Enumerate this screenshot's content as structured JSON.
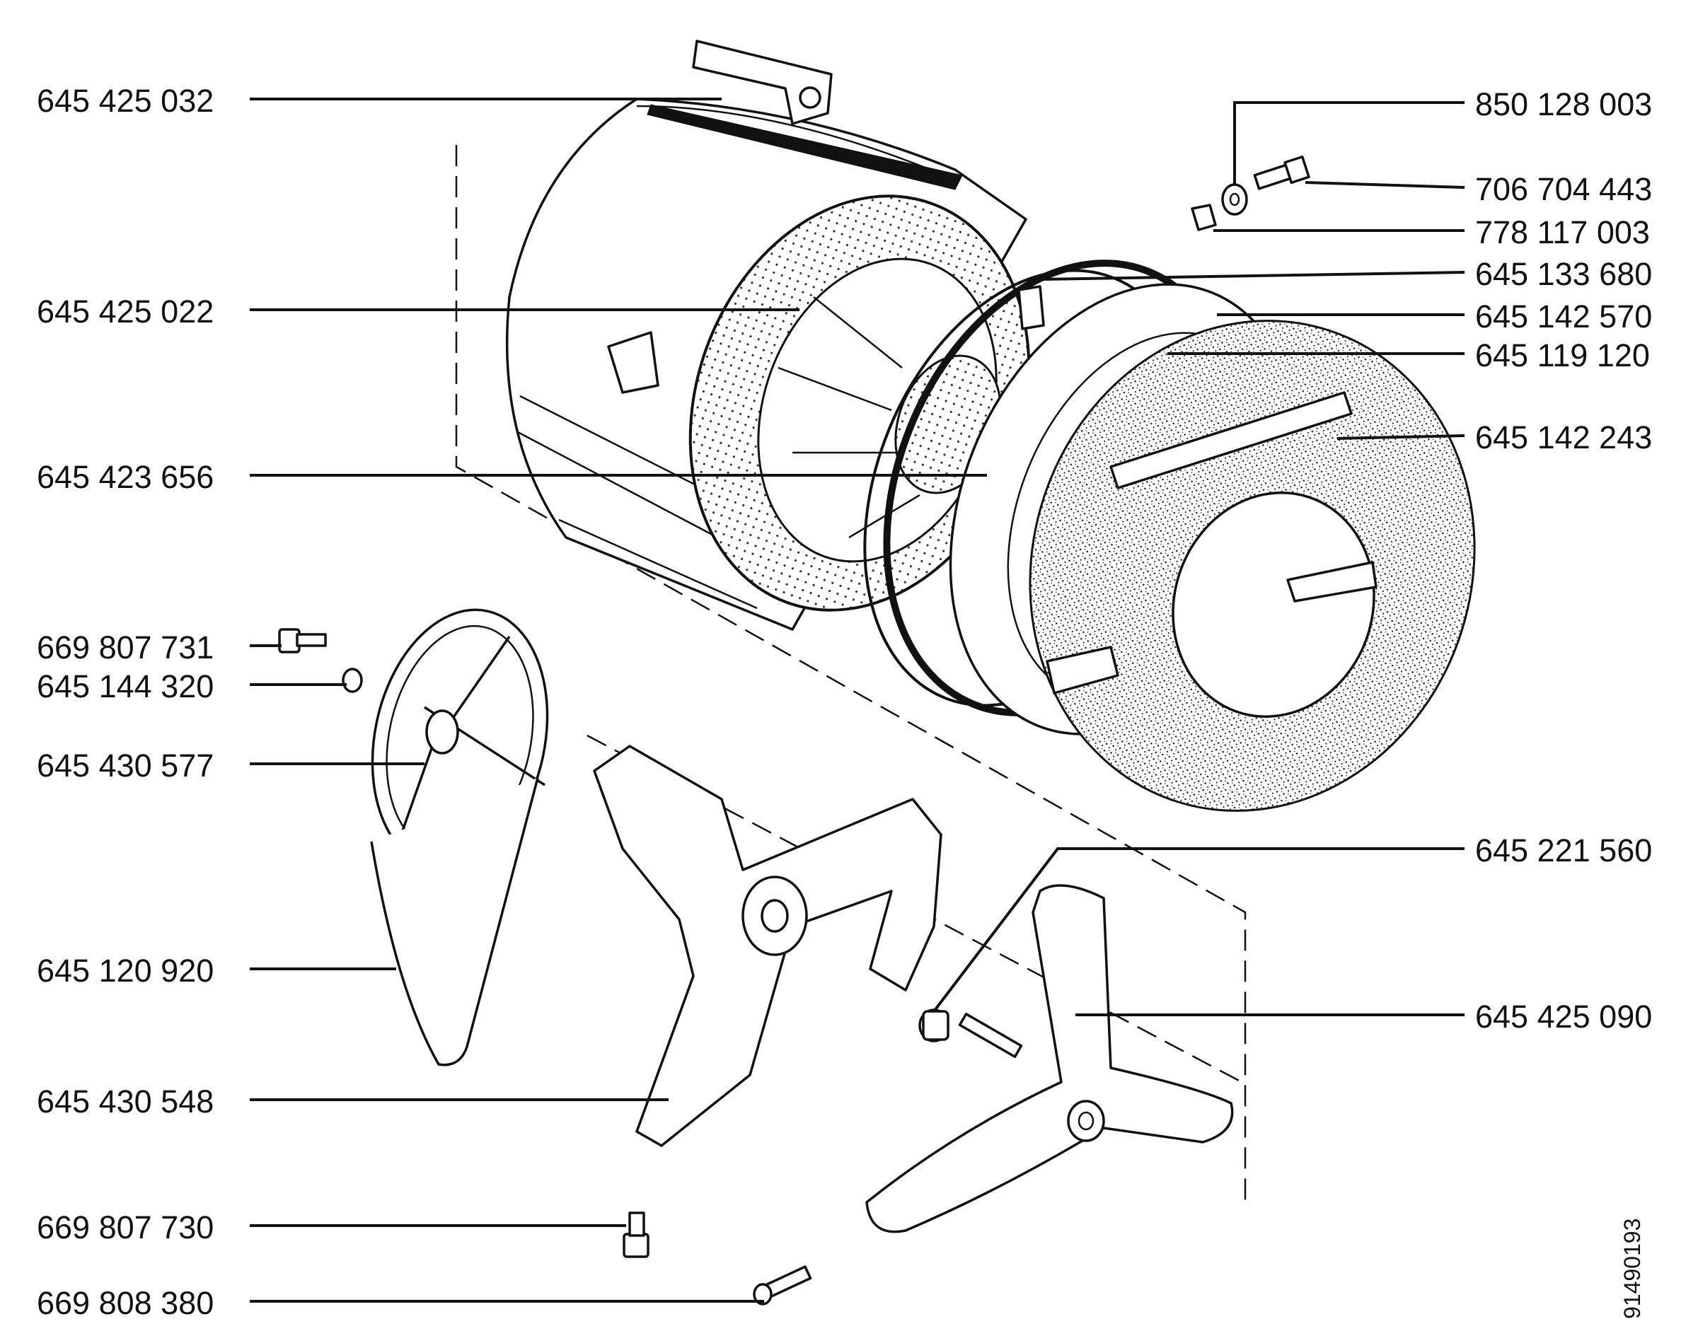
{
  "diagram": {
    "labels_left": [
      {
        "id": "drum-shell",
        "text": "645 425 032"
      },
      {
        "id": "inner-drum",
        "text": "645 425 022"
      },
      {
        "id": "drum-shaft",
        "text": "645 423 656"
      },
      {
        "id": "pulley-bolt",
        "text": "669 807 731"
      },
      {
        "id": "pulley-washer",
        "text": "645 144 320"
      },
      {
        "id": "drum-pulley",
        "text": "645 430 577"
      },
      {
        "id": "drive-belt",
        "text": "645 120 920"
      },
      {
        "id": "tub-support-left",
        "text": "645 430 548"
      },
      {
        "id": "support-bolt",
        "text": "669 807 730"
      },
      {
        "id": "spider-screw",
        "text": "669 808 380"
      }
    ],
    "labels_right": [
      {
        "id": "washer",
        "text": "850 128 003"
      },
      {
        "id": "bolt",
        "text": "706 704 443"
      },
      {
        "id": "clip-nut",
        "text": "778 117 003"
      },
      {
        "id": "clamp-ring-tab",
        "text": "645 133 680"
      },
      {
        "id": "clamp-band",
        "text": "645 142 570"
      },
      {
        "id": "tub-seal",
        "text": "645 119 120"
      },
      {
        "id": "tub-front",
        "text": "645 142 243"
      },
      {
        "id": "bearing-bush",
        "text": "645 221 560"
      },
      {
        "id": "drum-spider",
        "text": "645 425 090"
      }
    ],
    "figure_code": "91490193"
  }
}
